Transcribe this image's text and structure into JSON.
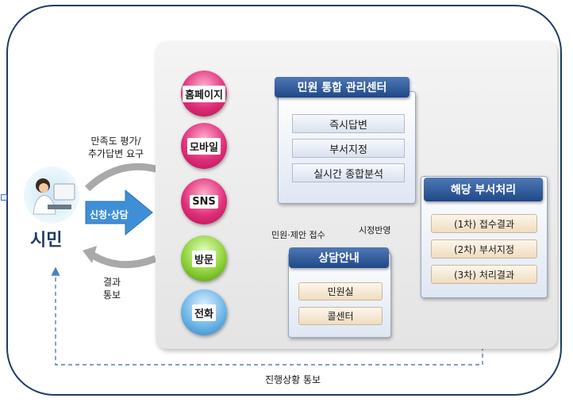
{
  "citizen": {
    "label": "시민"
  },
  "flows": {
    "application": "신청·상담",
    "feedback": [
      "만족도 평가/",
      "추가답변 요구"
    ],
    "result": [
      "결과",
      "통보"
    ]
  },
  "channels": [
    {
      "label": "홈페이지",
      "color": "red"
    },
    {
      "label": "모바일",
      "color": "red"
    },
    {
      "label": "SNS",
      "color": "red"
    },
    {
      "label": "방문",
      "color": "green"
    },
    {
      "label": "전화",
      "color": "blue"
    }
  ],
  "center": {
    "title": "민원 통합 관리센터",
    "items": [
      "즉시답변",
      "부서지정",
      "실시간 종합분석"
    ]
  },
  "department": {
    "title": "해당 부서처리",
    "items": [
      "(1차) 접수결과",
      "(2차) 부서지정",
      "(3차) 처리결과"
    ]
  },
  "consult": {
    "title": "상담안내",
    "items": [
      "민원실",
      "콜센터"
    ]
  },
  "annotations": {
    "intake": "민원·제안 접수",
    "policy": "시정반영",
    "progress": "진행상황 통보"
  },
  "colors": {
    "frame": "#1f3b63",
    "header": "#2a5597",
    "arrow_red": "#d62828",
    "dashed": "#4f7fc0"
  }
}
